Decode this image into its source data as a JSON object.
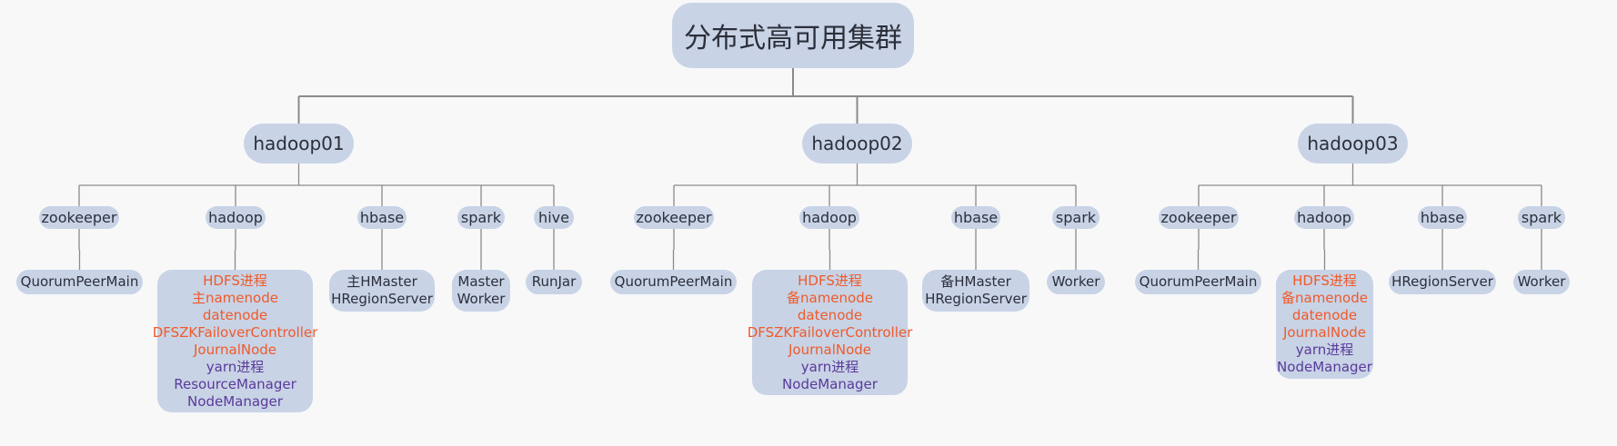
{
  "root": {
    "label": "分布式高可用集群"
  },
  "hosts": [
    {
      "label": "hadoop01",
      "services": [
        {
          "label": "zookeeper",
          "lines": [
            {
              "text": "QuorumPeerMain",
              "tone": "dark"
            }
          ]
        },
        {
          "label": "hadoop",
          "lines": [
            {
              "text": "HDFS进程",
              "tone": "red"
            },
            {
              "text": "主namenode",
              "tone": "red"
            },
            {
              "text": "datenode",
              "tone": "red"
            },
            {
              "text": "DFSZKFailoverController",
              "tone": "red"
            },
            {
              "text": "JournalNode",
              "tone": "red"
            },
            {
              "text": "yarn进程",
              "tone": "purple"
            },
            {
              "text": "ResourceManager",
              "tone": "purple"
            },
            {
              "text": "NodeManager",
              "tone": "purple"
            }
          ]
        },
        {
          "label": "hbase",
          "lines": [
            {
              "text": "主HMaster",
              "tone": "dark"
            },
            {
              "text": "HRegionServer",
              "tone": "dark"
            }
          ]
        },
        {
          "label": "spark",
          "lines": [
            {
              "text": "Master",
              "tone": "dark"
            },
            {
              "text": "Worker",
              "tone": "dark"
            }
          ]
        },
        {
          "label": "hive",
          "lines": [
            {
              "text": "RunJar",
              "tone": "dark"
            }
          ]
        }
      ]
    },
    {
      "label": "hadoop02",
      "services": [
        {
          "label": "zookeeper",
          "lines": [
            {
              "text": "QuorumPeerMain",
              "tone": "dark"
            }
          ]
        },
        {
          "label": "hadoop",
          "lines": [
            {
              "text": "HDFS进程",
              "tone": "red"
            },
            {
              "text": "备namenode",
              "tone": "red"
            },
            {
              "text": "datenode",
              "tone": "red"
            },
            {
              "text": "DFSZKFailoverController",
              "tone": "red"
            },
            {
              "text": "JournalNode",
              "tone": "red"
            },
            {
              "text": "yarn进程",
              "tone": "purple"
            },
            {
              "text": "NodeManager",
              "tone": "purple"
            }
          ]
        },
        {
          "label": "hbase",
          "lines": [
            {
              "text": "备HMaster",
              "tone": "dark"
            },
            {
              "text": "HRegionServer",
              "tone": "dark"
            }
          ]
        },
        {
          "label": "spark",
          "lines": [
            {
              "text": "Worker",
              "tone": "dark"
            }
          ]
        }
      ]
    },
    {
      "label": "hadoop03",
      "services": [
        {
          "label": "zookeeper",
          "lines": [
            {
              "text": "QuorumPeerMain",
              "tone": "dark"
            }
          ]
        },
        {
          "label": "hadoop",
          "lines": [
            {
              "text": "HDFS进程",
              "tone": "red"
            },
            {
              "text": "备namenode",
              "tone": "red"
            },
            {
              "text": "datenode",
              "tone": "red"
            },
            {
              "text": "JournalNode",
              "tone": "red"
            },
            {
              "text": "yarn进程",
              "tone": "purple"
            },
            {
              "text": "NodeManager",
              "tone": "purple"
            }
          ]
        },
        {
          "label": "hbase",
          "lines": [
            {
              "text": "HRegionServer",
              "tone": "dark"
            }
          ]
        },
        {
          "label": "spark",
          "lines": [
            {
              "text": "Worker",
              "tone": "dark"
            }
          ]
        }
      ]
    }
  ],
  "colors": {
    "node": "#c8d3e6",
    "connector": "#8a8a8a",
    "background": "#f8f8f9",
    "red": "#f05a2a",
    "purple": "#5a3a9a",
    "text": "#2b2f3a"
  }
}
